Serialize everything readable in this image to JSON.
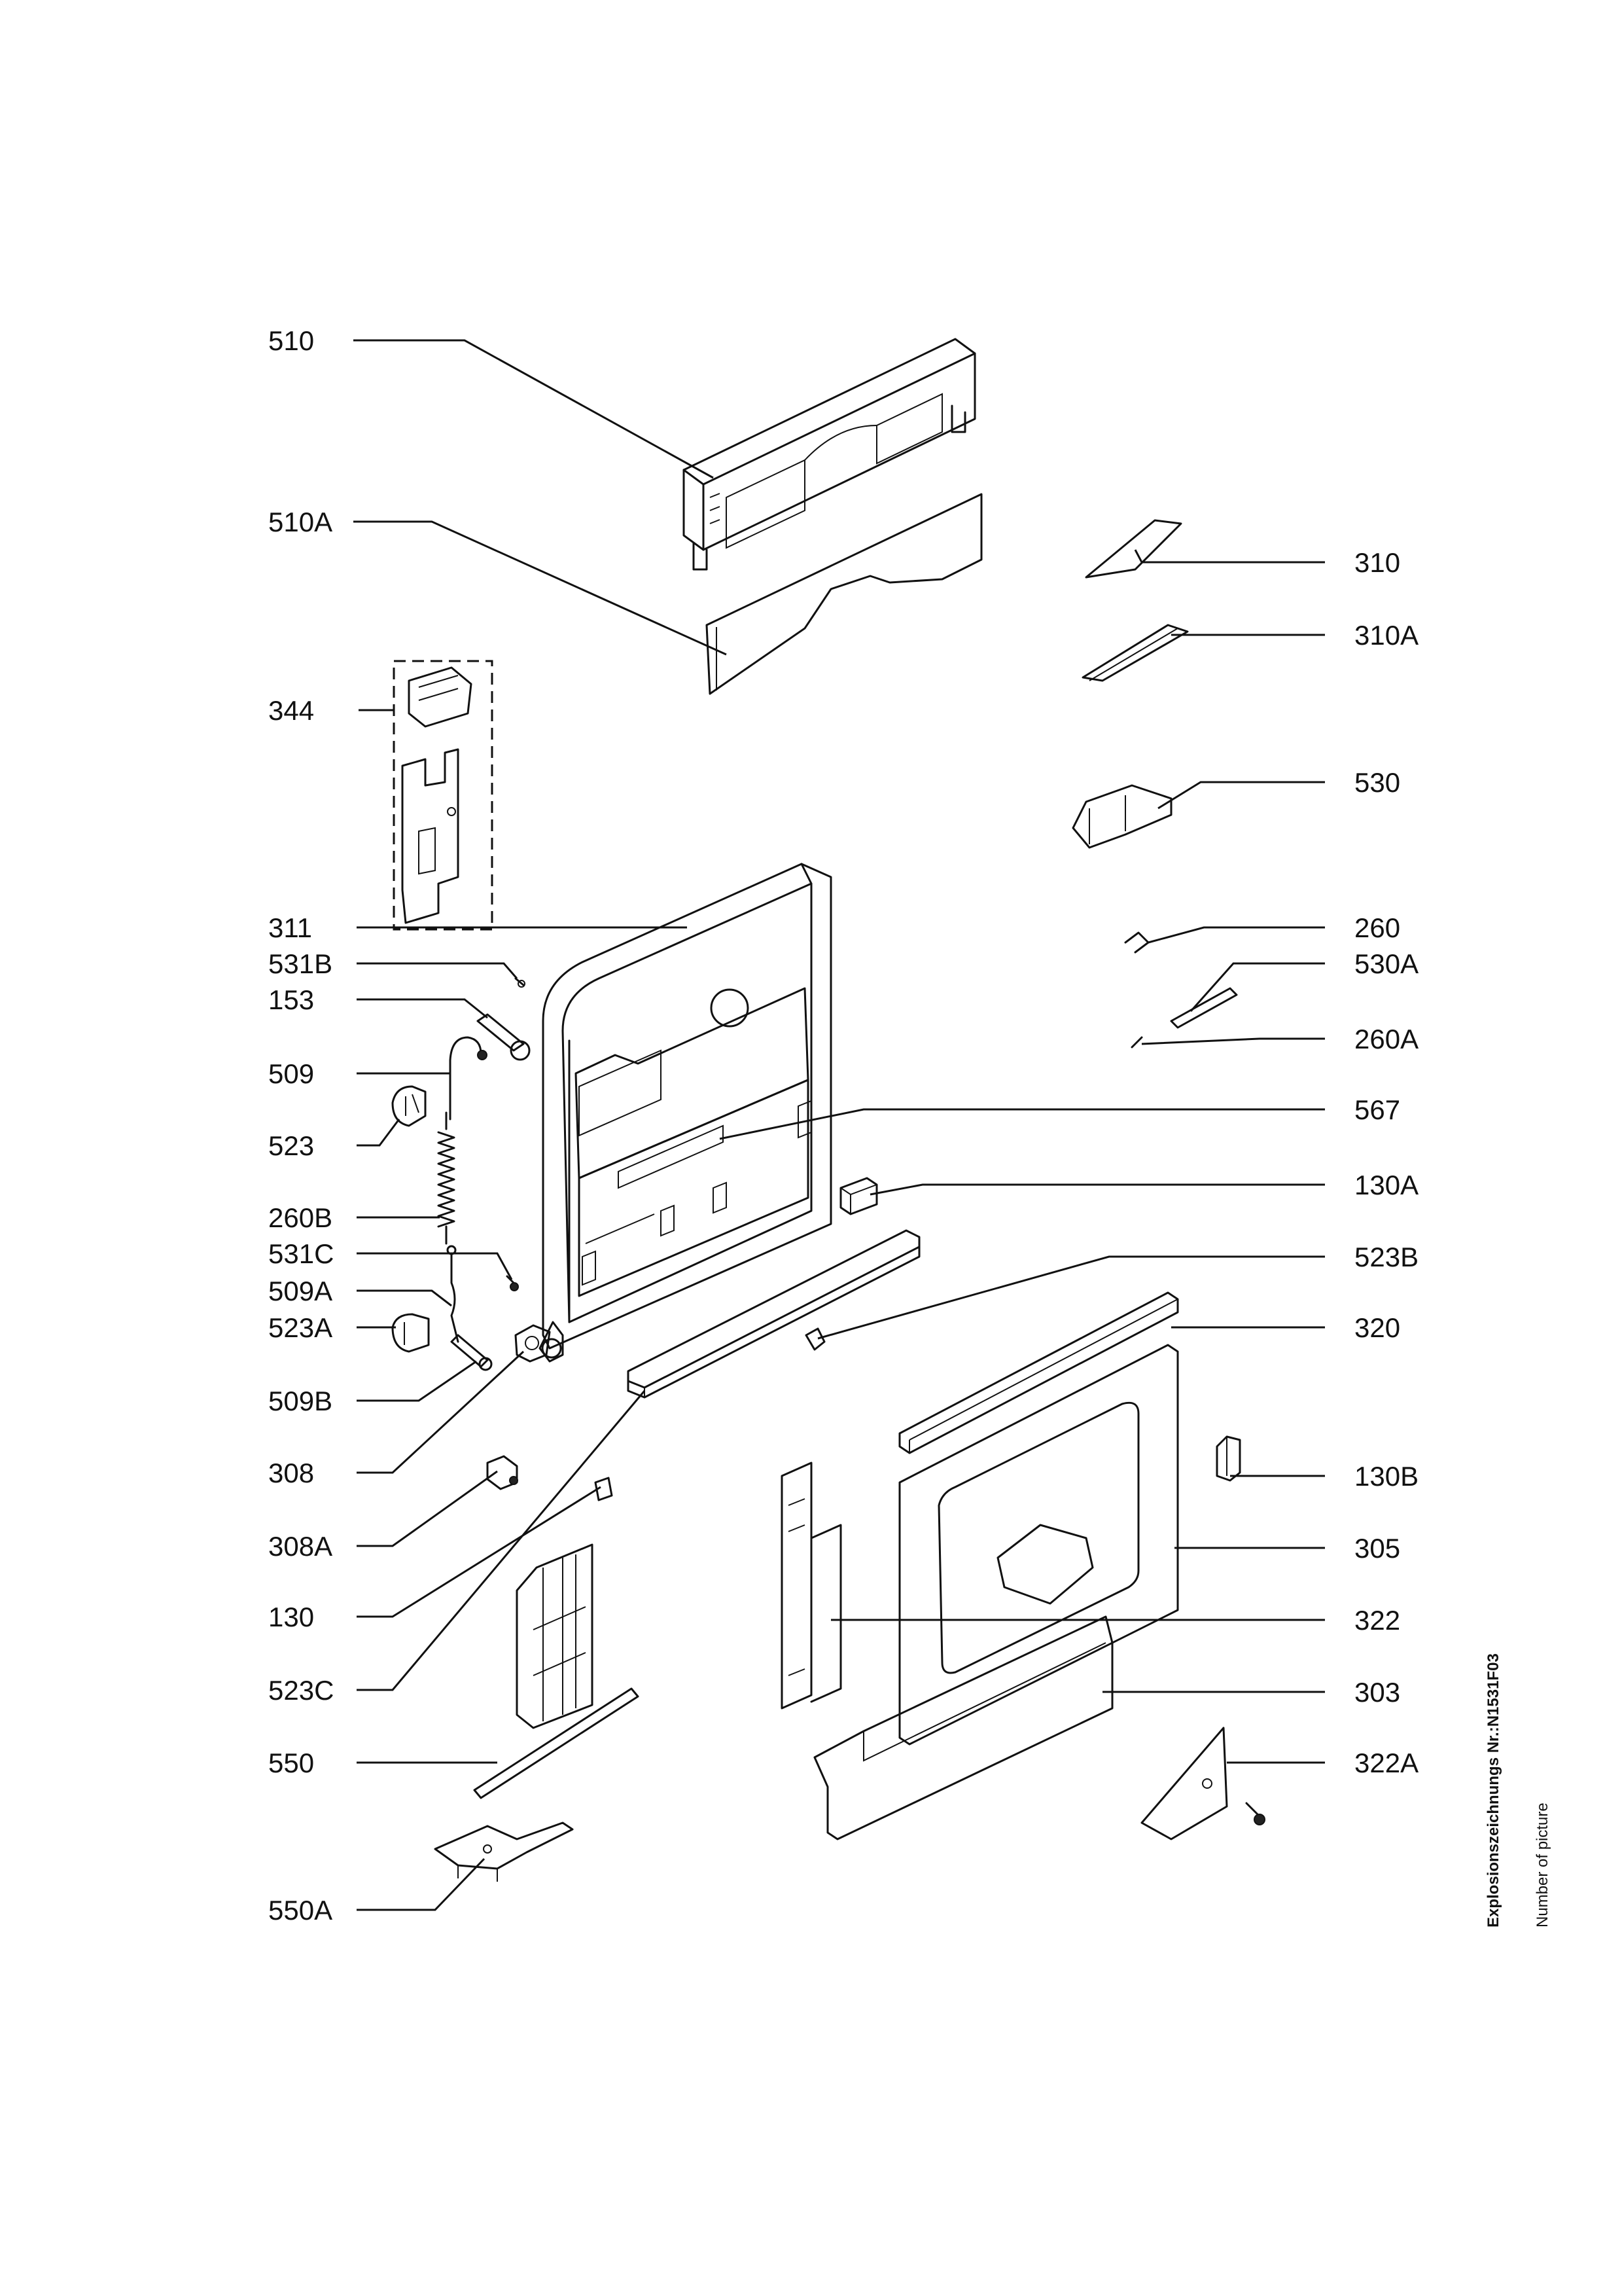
{
  "labels": {
    "l510": "510",
    "l510A": "510A",
    "l344": "344",
    "l311": "311",
    "l531B": "531B",
    "l153": "153",
    "l509": "509",
    "l523": "523",
    "l260B": "260B",
    "l531C": "531C",
    "l509A": "509A",
    "l523A": "523A",
    "l509B": "509B",
    "l308": "308",
    "l308A": "308A",
    "l130": "130",
    "l523C": "523C",
    "l550": "550",
    "l550A": "550A",
    "l310": "310",
    "l310A": "310A",
    "l530": "530",
    "l260": "260",
    "l530A": "530A",
    "l260A": "260A",
    "l567": "567",
    "l130A": "130A",
    "l523B": "523B",
    "l320": "320",
    "l130B": "130B",
    "l305": "305",
    "l322": "322",
    "l303": "303",
    "l322A": "322A"
  },
  "side": {
    "title": "Explosionszeichnungs Nr.:N1531F03",
    "subtitle": "Number of picture"
  }
}
